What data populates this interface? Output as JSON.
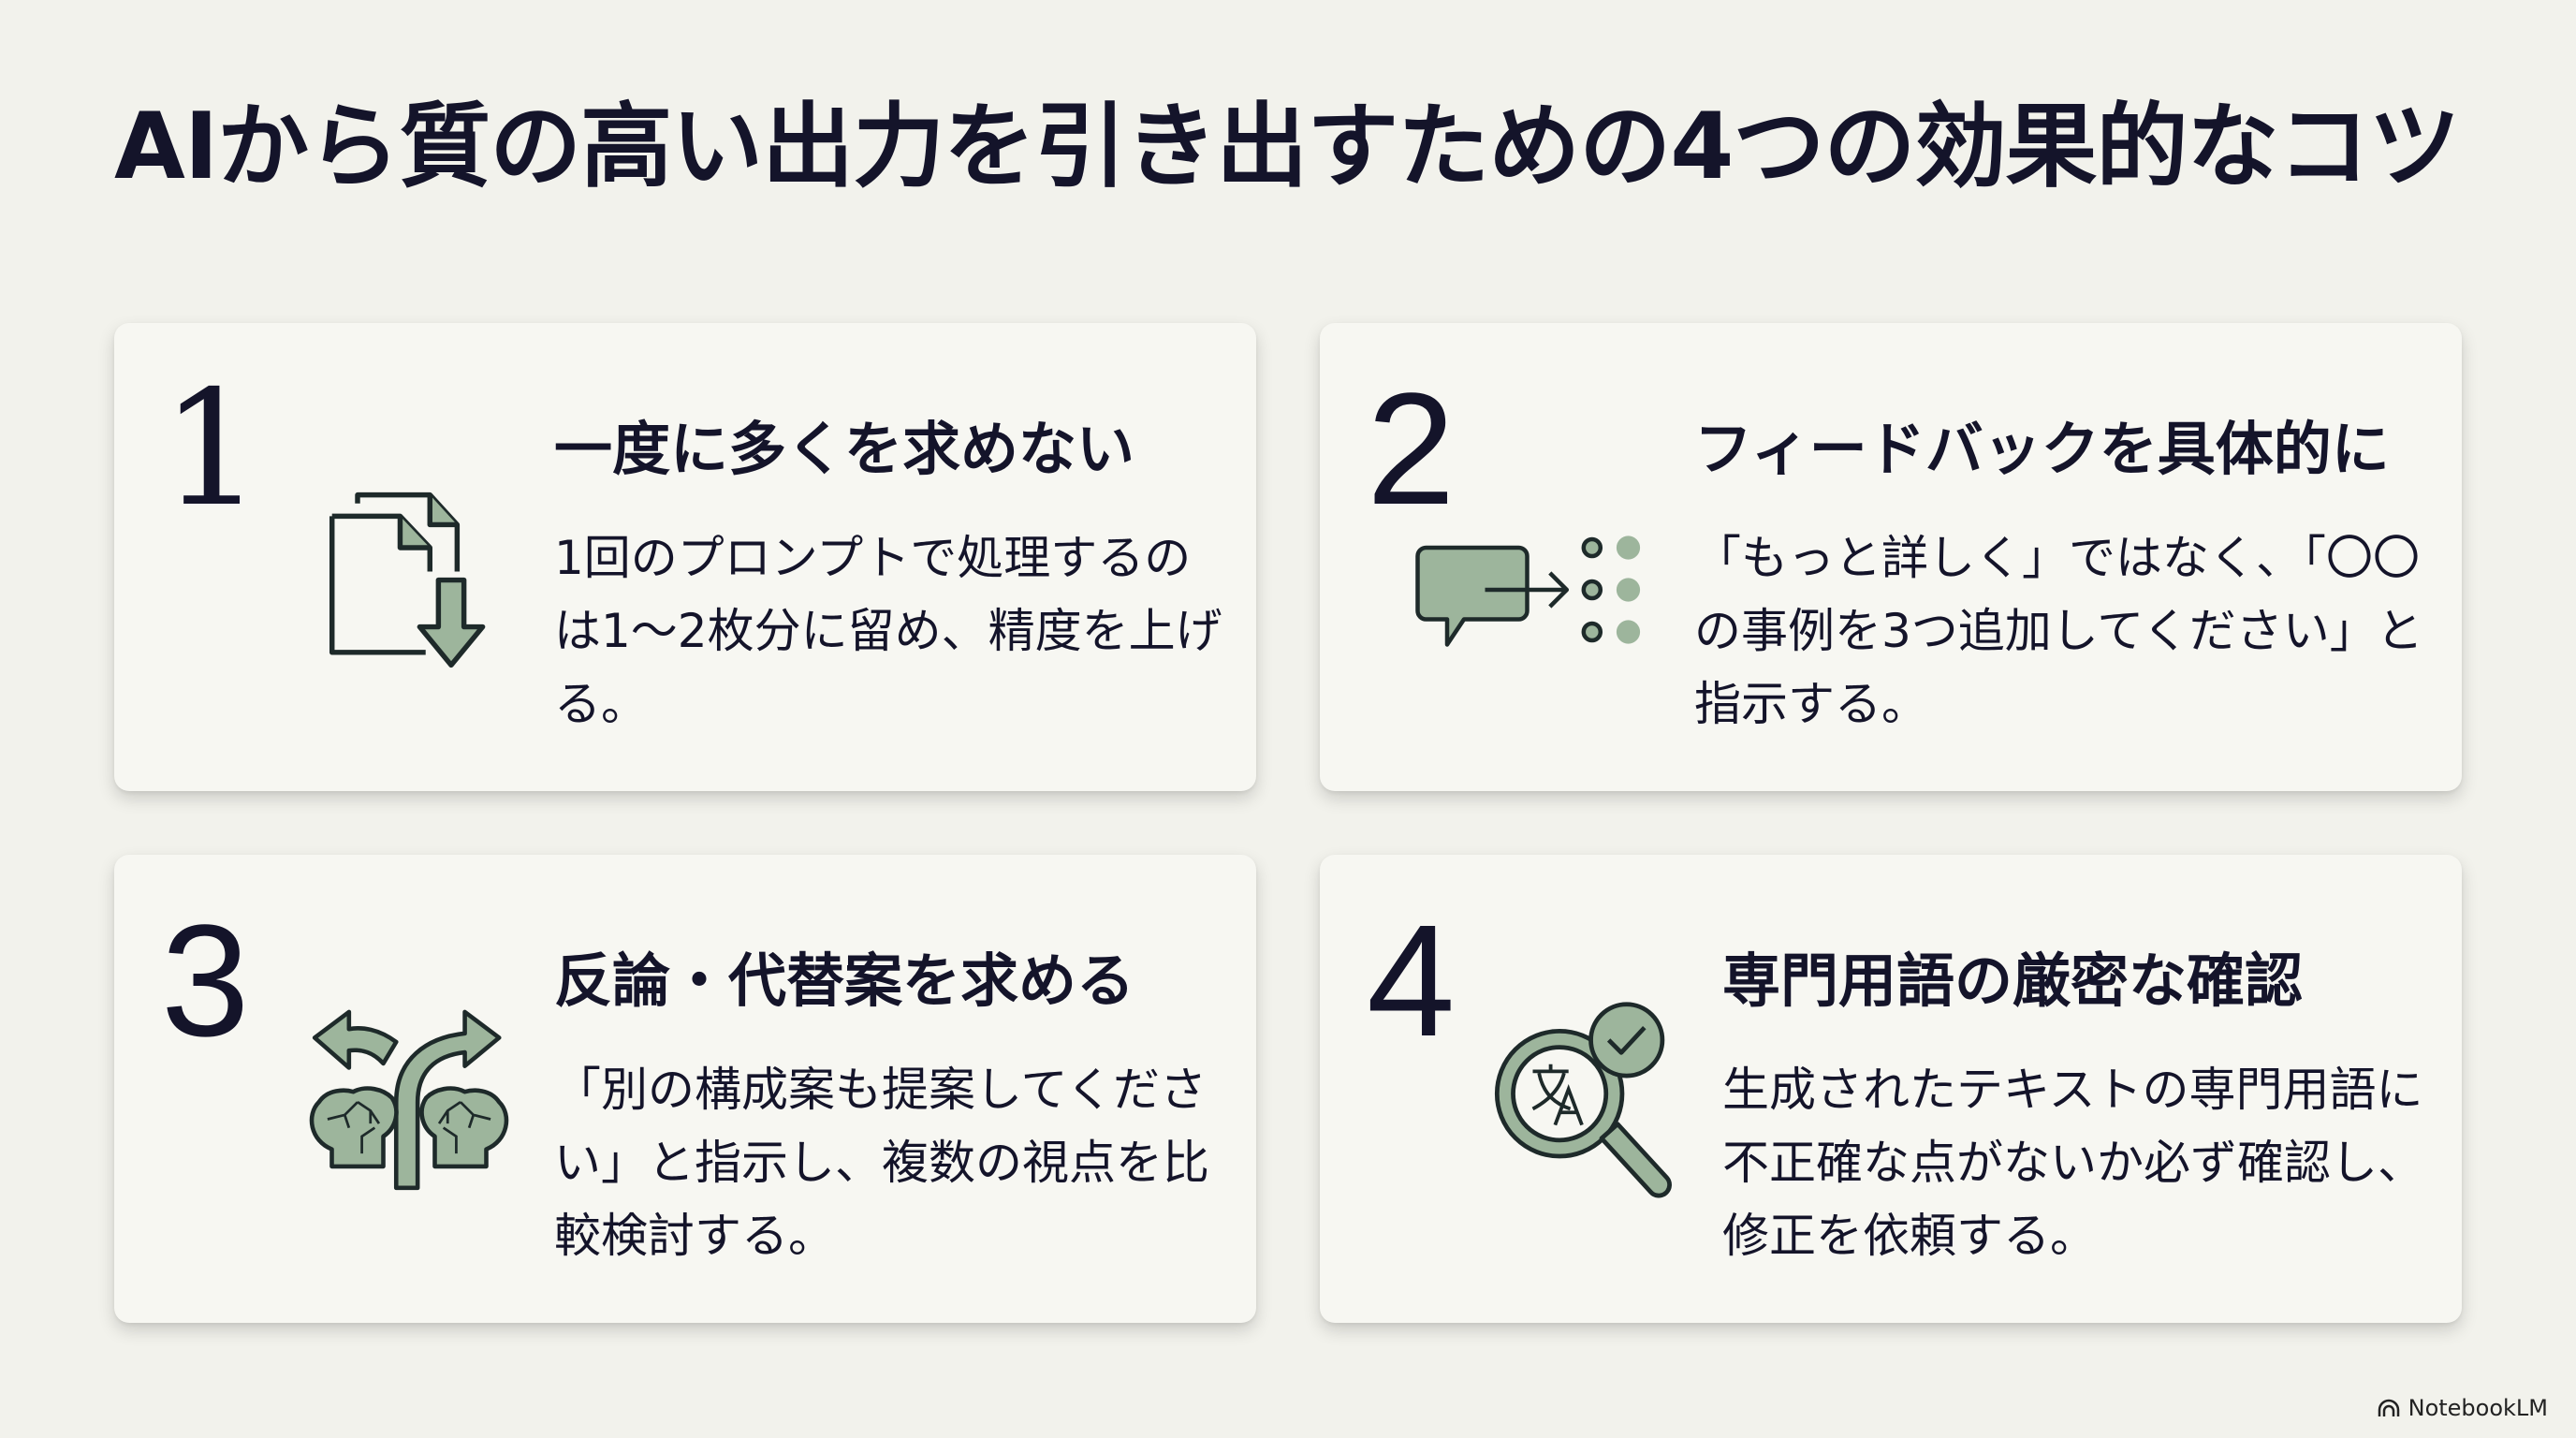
{
  "title": "AIから質の高い出力を引き出すための4つの効果的なコツ",
  "colors": {
    "background": "#f2f2ec",
    "card": "#f7f7f2",
    "text": "#14142a",
    "accent_green": "#9db59c",
    "stroke": "#1e2a2a"
  },
  "tips": [
    {
      "number": "1",
      "heading": "一度に多くを求めない",
      "body": "1回のプロンプトで処理するのは1〜2枚分に留め、精度を上げる。",
      "icon": "documents-download-icon"
    },
    {
      "number": "2",
      "heading": "フィードバックを具体的に",
      "body": "「もっと詳しく」ではなく、「〇〇の事例を3つ追加してください」と指示する。",
      "icon": "speech-bubble-list-icon"
    },
    {
      "number": "3",
      "heading": "反論・代替案を求める",
      "body": "「別の構成案も提案してください」と指示し、複数の視点を比較検討する。",
      "icon": "branching-arrows-brains-icon"
    },
    {
      "number": "4",
      "heading": "専門用語の厳密な確認",
      "body": "生成されたテキストの専門用語に不正確な点がないか必ず確認し、修正を依頼する。",
      "icon": "translate-magnifier-check-icon"
    }
  ],
  "footer": {
    "brand": "NotebookLM"
  }
}
